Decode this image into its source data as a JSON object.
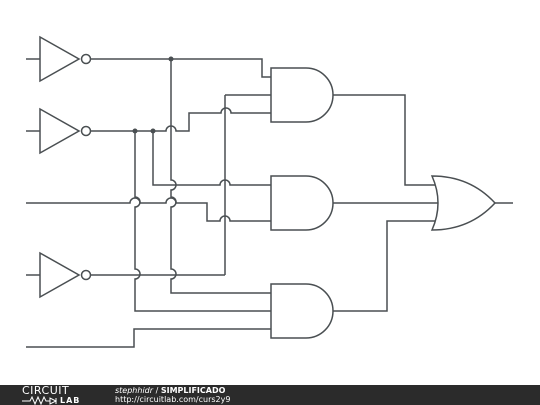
{
  "diagram": {
    "kind": "logic-circuit-schematic",
    "components": {
      "not_gates": 3,
      "and_gates": 3,
      "or_gates": 1
    },
    "colors": {
      "wire": "#4a4f52",
      "background": "#ffffff",
      "footer": "#2b2b2b",
      "footer_text": "#ffffff"
    }
  },
  "footer": {
    "logo_top": "CIRCUIT",
    "logo_bottom": "LAB",
    "author": "stephhidr",
    "separator": " / ",
    "title": "SIMPLIFICADO",
    "url": "http://circuitlab.com/curs2y9"
  }
}
